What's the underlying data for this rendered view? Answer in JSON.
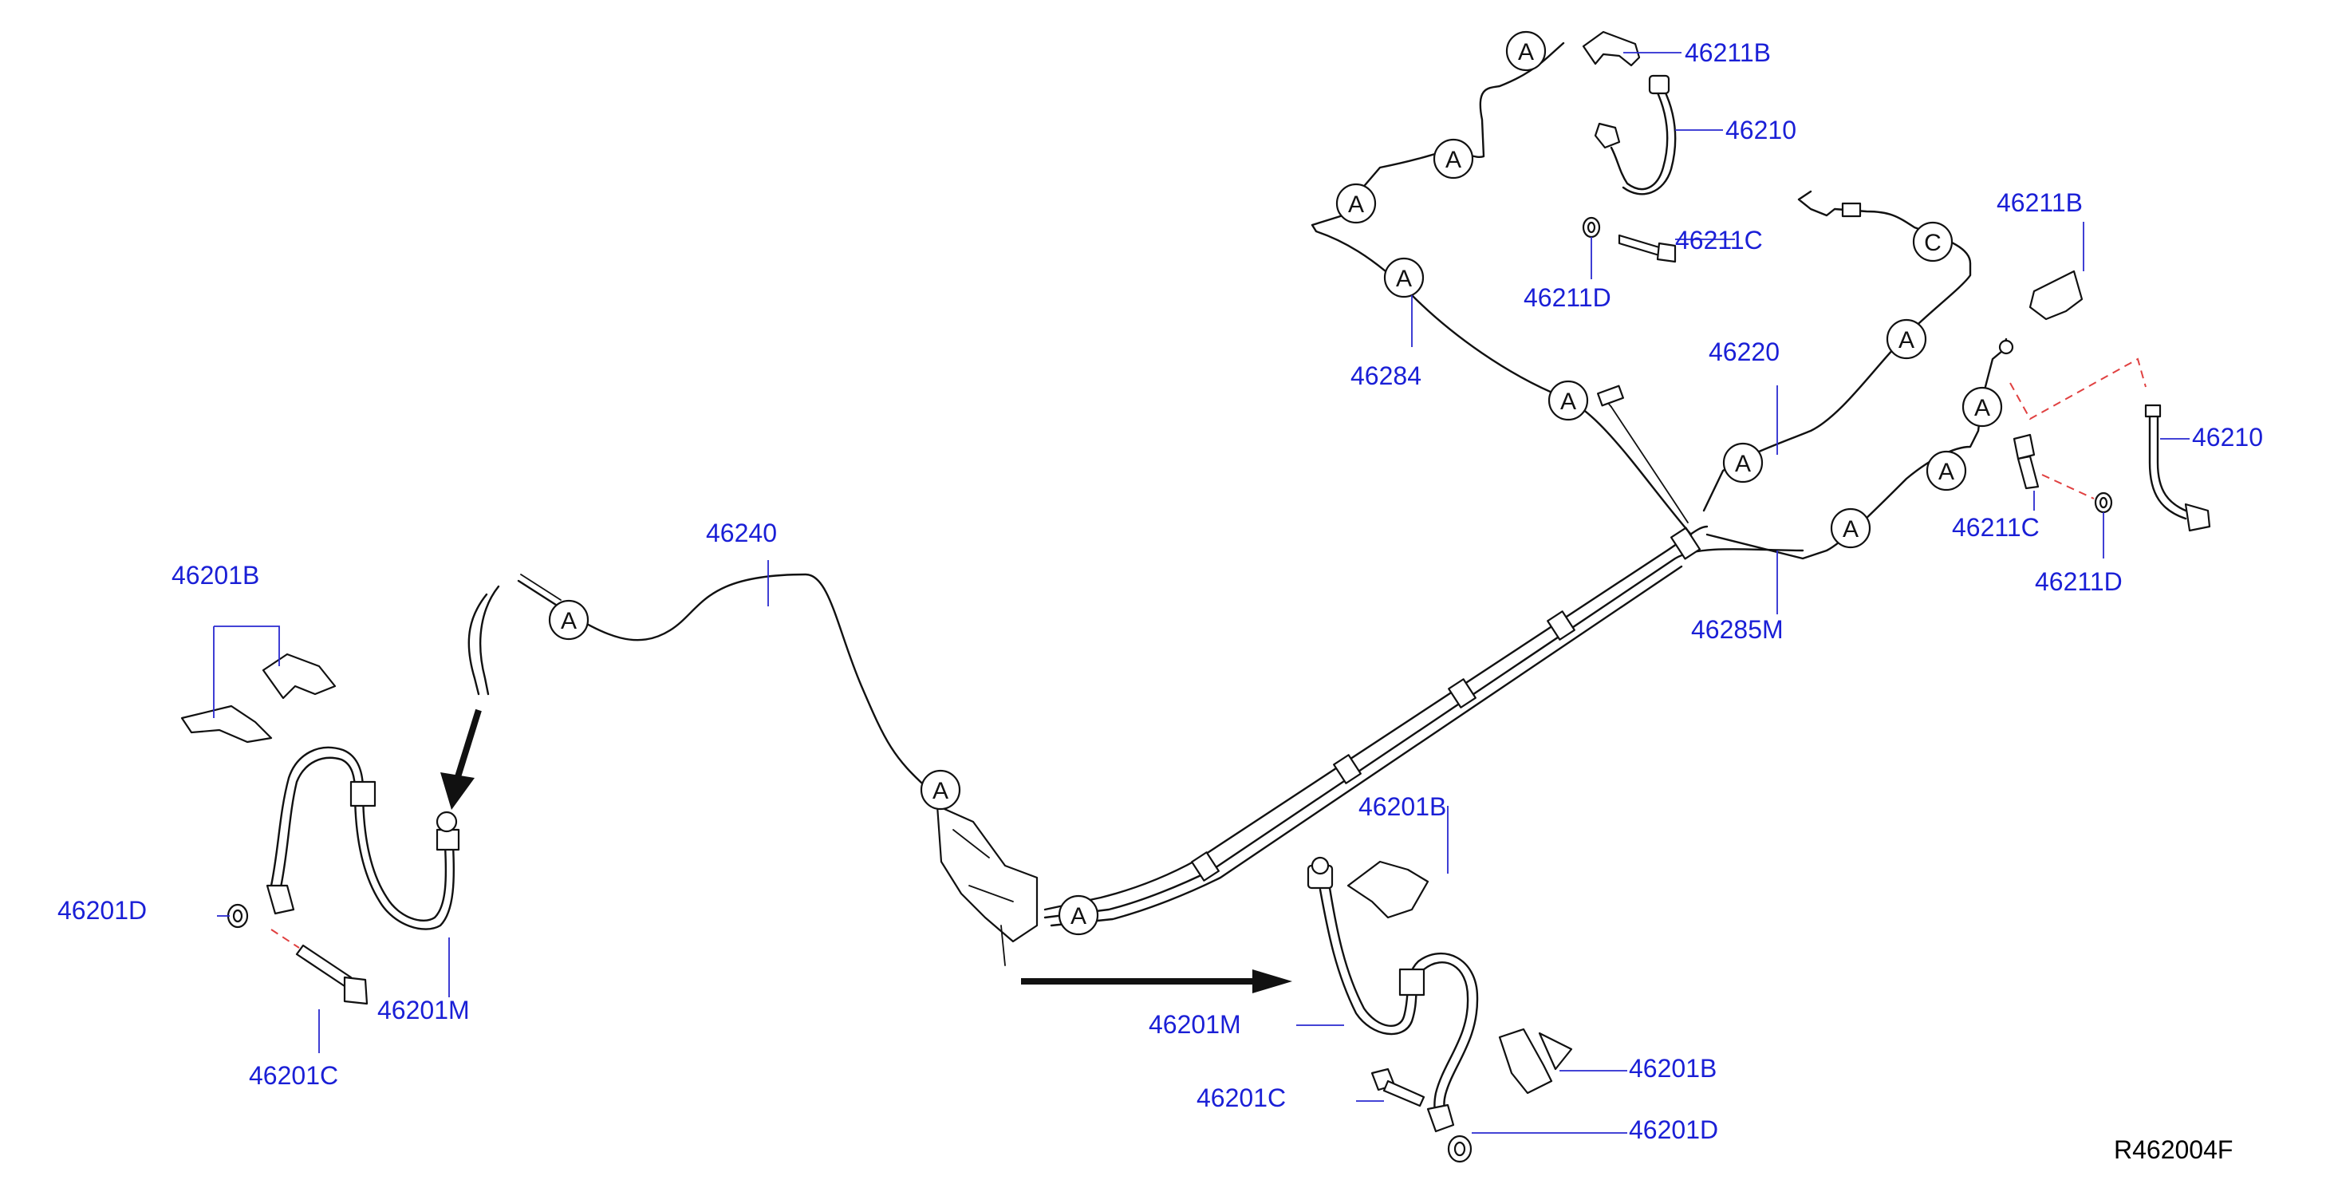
{
  "labels": {
    "l_46211B_top": "46211B",
    "l_46210_top": "46210",
    "l_46211C_top": "46211C",
    "l_46211D_top": "46211D",
    "l_46284": "46284",
    "l_46220": "46220",
    "l_46211B_right": "46211B",
    "l_46210_right": "46210",
    "l_46211C_right": "46211C",
    "l_46211D_right": "46211D",
    "l_46285M": "46285M",
    "l_46240": "46240",
    "l_46201B_left": "46201B",
    "l_46201D_left": "46201D",
    "l_46201M_left": "46201M",
    "l_46201C_left": "46201C",
    "l_46201B_mid": "46201B",
    "l_46201M_mid": "46201M",
    "l_46201C_mid": "46201C",
    "l_46201B_right": "46201B",
    "l_46201D_right": "46201D"
  },
  "markers": {
    "a": "A",
    "c": "C"
  },
  "diagram_code": "R462004F",
  "colors": {
    "label": "#1a1fd6",
    "line": "#111111",
    "dashed_connector": "#e04040"
  }
}
